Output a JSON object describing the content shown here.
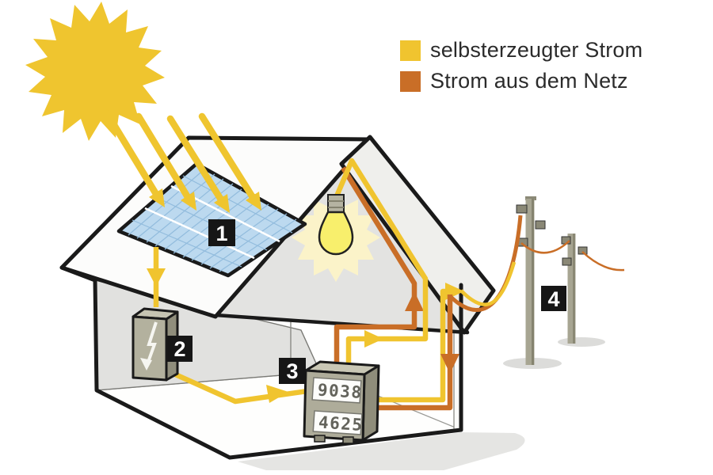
{
  "legend": {
    "items": [
      {
        "label": "selbsterzeugter Strom",
        "color": "#F0C42F"
      },
      {
        "label": "Strom aus dem Netz",
        "color": "#C96E27"
      }
    ]
  },
  "markers": {
    "solar_panel": "1",
    "inverter": "2",
    "meter": "3",
    "grid": "4"
  },
  "meter": {
    "display_top": "9038",
    "display_bottom": "4625"
  },
  "colors": {
    "self_generated_power": "#F0C42F",
    "grid_power": "#C96E27",
    "sun": "#EFC52F",
    "panel_blue": "#BCD9EF",
    "marker_background": "#161616",
    "equipment_grey": "#AEAC9A",
    "roof_grey": "#EFEFEC",
    "gable_grey": "#E3E3E1"
  }
}
